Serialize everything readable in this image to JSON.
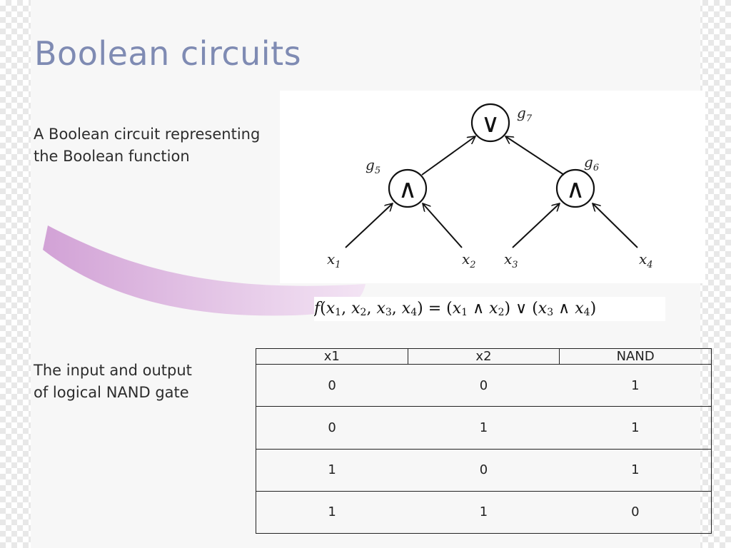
{
  "slide": {
    "title": "Boolean circuits",
    "caption_circuit": "A Boolean circuit representing\nthe Boolean function",
    "caption_nand": "The input and output\nof logical NAND gate"
  },
  "circuit": {
    "gates": [
      {
        "id": "g7",
        "symbol": "∨",
        "label": "g",
        "sub": "7"
      },
      {
        "id": "g5",
        "symbol": "∧",
        "label": "g",
        "sub": "5"
      },
      {
        "id": "g6",
        "symbol": "∧",
        "label": "g",
        "sub": "6"
      }
    ],
    "inputs": [
      {
        "label": "x",
        "sub": "1"
      },
      {
        "label": "x",
        "sub": "2"
      },
      {
        "label": "x",
        "sub": "3"
      },
      {
        "label": "x",
        "sub": "4"
      }
    ]
  },
  "formula": {
    "fname": "f",
    "lhs_open": "(",
    "args": [
      "x",
      "x",
      "x",
      "x"
    ],
    "arg_subs": [
      "1",
      "2",
      "3",
      "4"
    ],
    "eq": " = ",
    "and": " ∧ ",
    "or": " ∨ ",
    "comma": ", ",
    "close": ")"
  },
  "nand_table": {
    "headers": [
      "x1",
      "x2",
      "NAND"
    ],
    "rows": [
      [
        "0",
        "0",
        "1"
      ],
      [
        "0",
        "1",
        "1"
      ],
      [
        "1",
        "0",
        "1"
      ],
      [
        "1",
        "1",
        "0"
      ]
    ]
  },
  "colors": {
    "title": "#7f8bb3",
    "swoosh_start": "#d4a5d8",
    "swoosh_end": "#f0dff1"
  }
}
